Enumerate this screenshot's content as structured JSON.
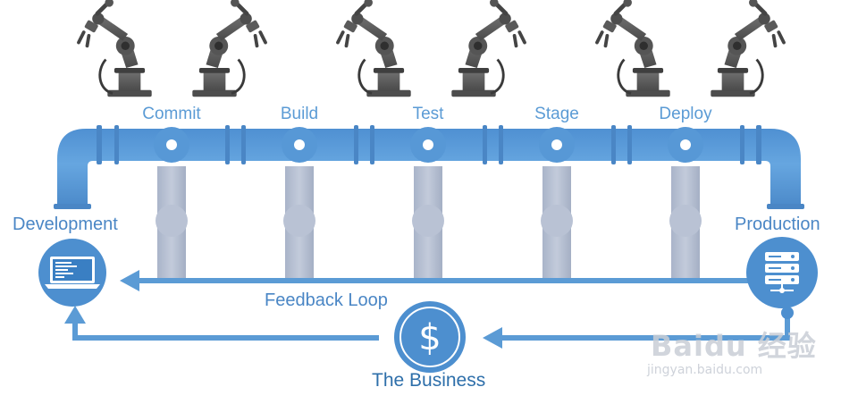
{
  "stages": [
    "Commit",
    "Build",
    "Test",
    "Stage",
    "Deploy"
  ],
  "endpoints": {
    "left": "Development",
    "right": "Production"
  },
  "feedback_label": "Feedback Loop",
  "business_label": "The Business",
  "business_symbol": "$",
  "watermark": {
    "main": "Baidu 经验",
    "sub": "jingyan.baidu.com"
  },
  "colors": {
    "pipe": "#5b9bd5",
    "pipe_dark": "#4a86c5",
    "pillar": "#b5bfd2",
    "robot": "#5e5e5e",
    "circle": "#4d8fcf"
  }
}
